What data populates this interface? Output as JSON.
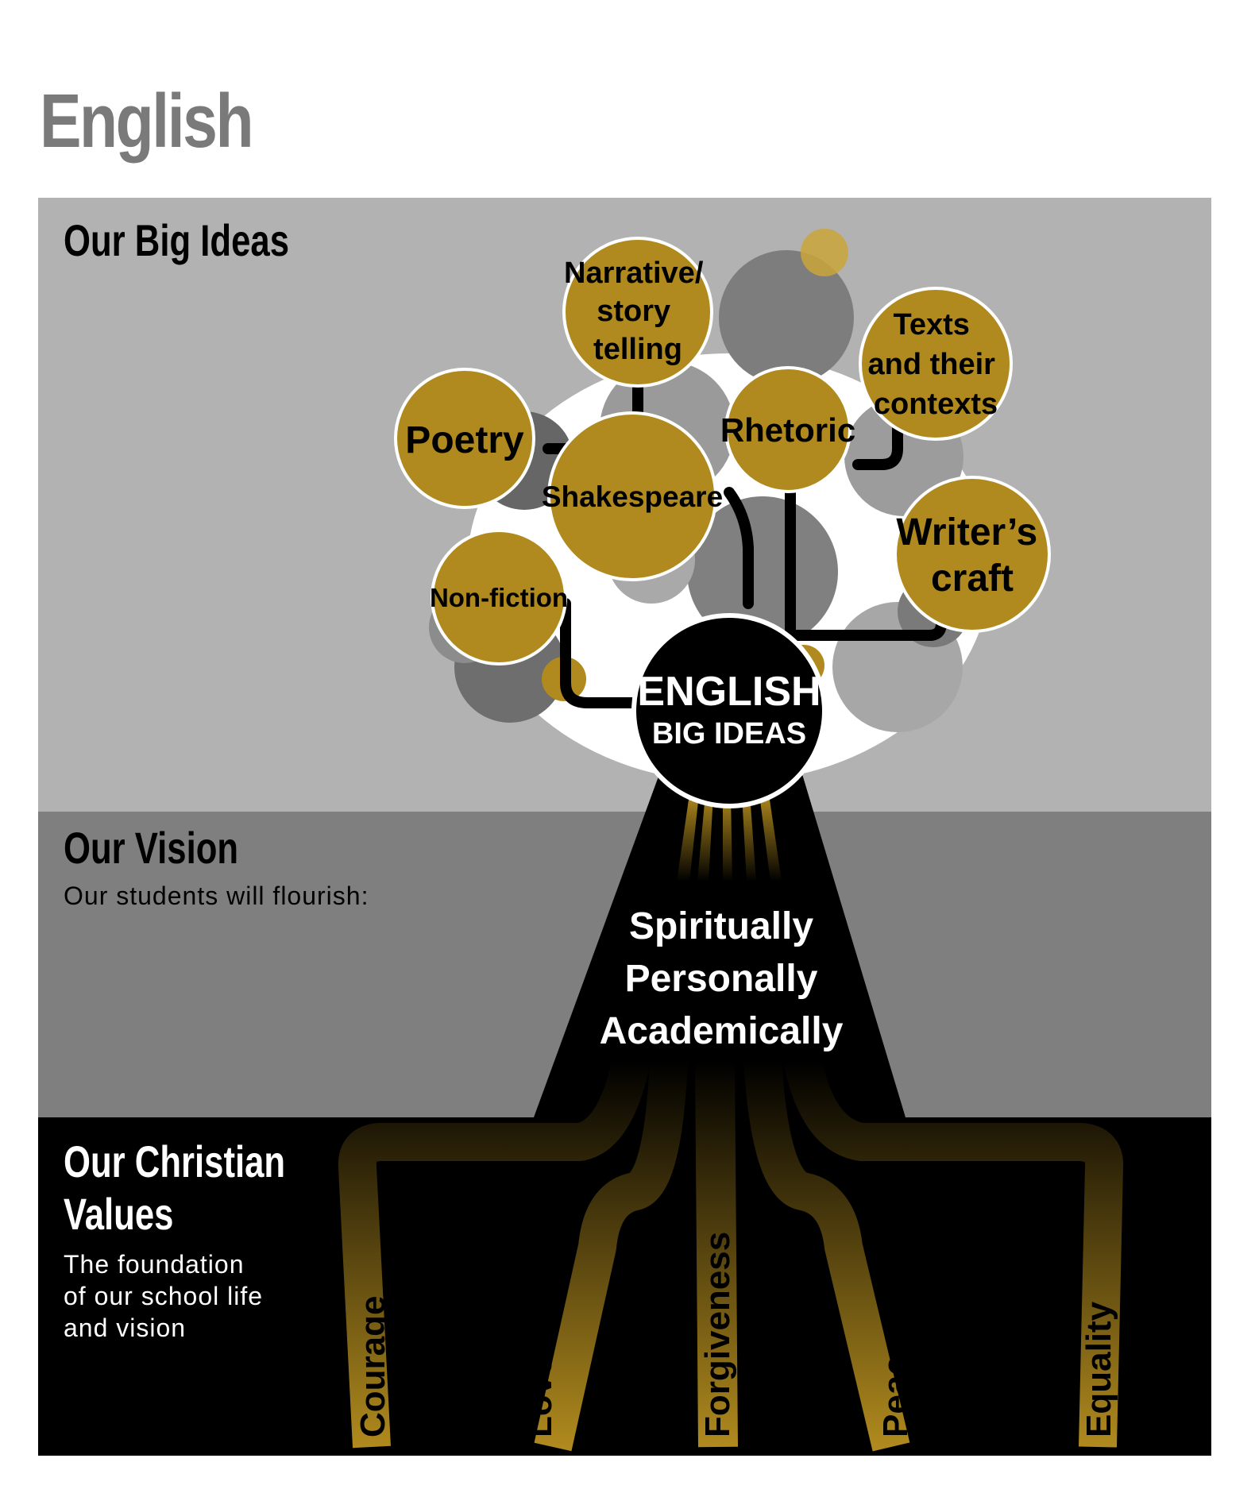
{
  "title": "English",
  "sections": {
    "ideas": {
      "heading": "Our Big Ideas"
    },
    "vision": {
      "heading": "Our Vision",
      "subtitle": "Our students will flourish:"
    },
    "values": {
      "heading_line1": "Our Christian",
      "heading_line2": "Values",
      "subtitle_lines": [
        "The foundation",
        "of our school life",
        "and vision"
      ]
    }
  },
  "center": {
    "line1": "ENGLISH",
    "line2": "BIG IDEAS"
  },
  "big_ideas": [
    {
      "id": "narrative",
      "lines": [
        "Narrative/",
        "story",
        "telling"
      ]
    },
    {
      "id": "texts",
      "lines": [
        "Texts",
        "and their",
        "contexts"
      ]
    },
    {
      "id": "poetry",
      "lines": [
        "Poetry"
      ]
    },
    {
      "id": "rhetoric",
      "lines": [
        "Rhetoric"
      ]
    },
    {
      "id": "shakespeare",
      "lines": [
        "Shakespeare"
      ]
    },
    {
      "id": "writers-craft",
      "lines": [
        "Writer’s",
        "craft"
      ]
    },
    {
      "id": "non-fiction",
      "lines": [
        "Non-fiction"
      ]
    }
  ],
  "vision_words": [
    "Spiritually",
    "Personally",
    "Academically"
  ],
  "values": [
    "Courage",
    "Love",
    "Forgiveness",
    "Peace",
    "Equality"
  ],
  "colors": {
    "gold": "#b08a1e",
    "band_light": "#b2b2b2",
    "band_mid": "#7f7f7f",
    "band_dark": "#000000",
    "title_grey": "#7a7a7a"
  }
}
